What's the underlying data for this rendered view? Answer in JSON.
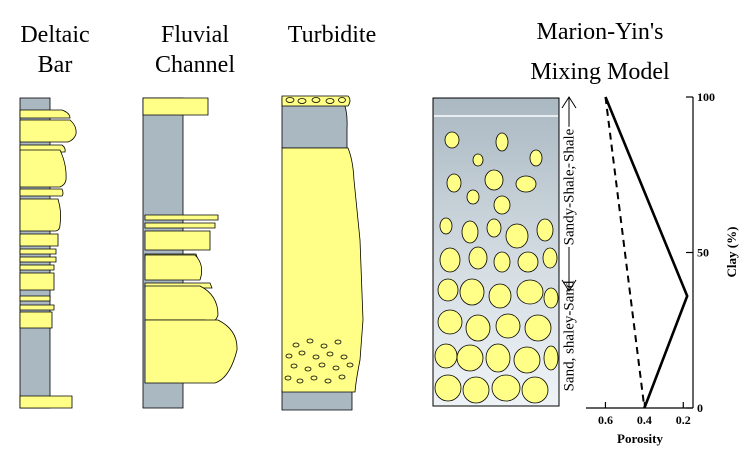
{
  "columns": {
    "deltaic": {
      "line1": "Deltaic",
      "line2": "Bar"
    },
    "fluvial": {
      "line1": "Fluvial",
      "line2": "Channel"
    },
    "turbidite": {
      "line1": "Turbidite"
    },
    "mixing": {
      "line1": "Marion-Yin's",
      "line2": "Mixing Model"
    }
  },
  "colors": {
    "sand": "#ffff88",
    "shale": "#aab8c2",
    "outline": "#000000"
  },
  "chart_data": {
    "type": "line",
    "xlabel": "Porosity",
    "ylabel": "Clay (%)",
    "x_ticks": [
      "0.6",
      "0.4",
      "0.2"
    ],
    "y_ticks": [
      "0",
      "50",
      "100"
    ],
    "xlim": [
      0.7,
      0.15
    ],
    "ylim": [
      0,
      100
    ],
    "series": [
      {
        "style": "solid",
        "x": [
          0.6,
          0.18,
          0.4
        ],
        "y": [
          100,
          36,
          0
        ]
      },
      {
        "style": "dashed",
        "x": [
          0.6,
          0.4
        ],
        "y": [
          100,
          0
        ]
      }
    ],
    "annotations": {
      "upper": "Sandy-Shale, Shale",
      "lower": "Sand, shaley-Sand"
    }
  }
}
